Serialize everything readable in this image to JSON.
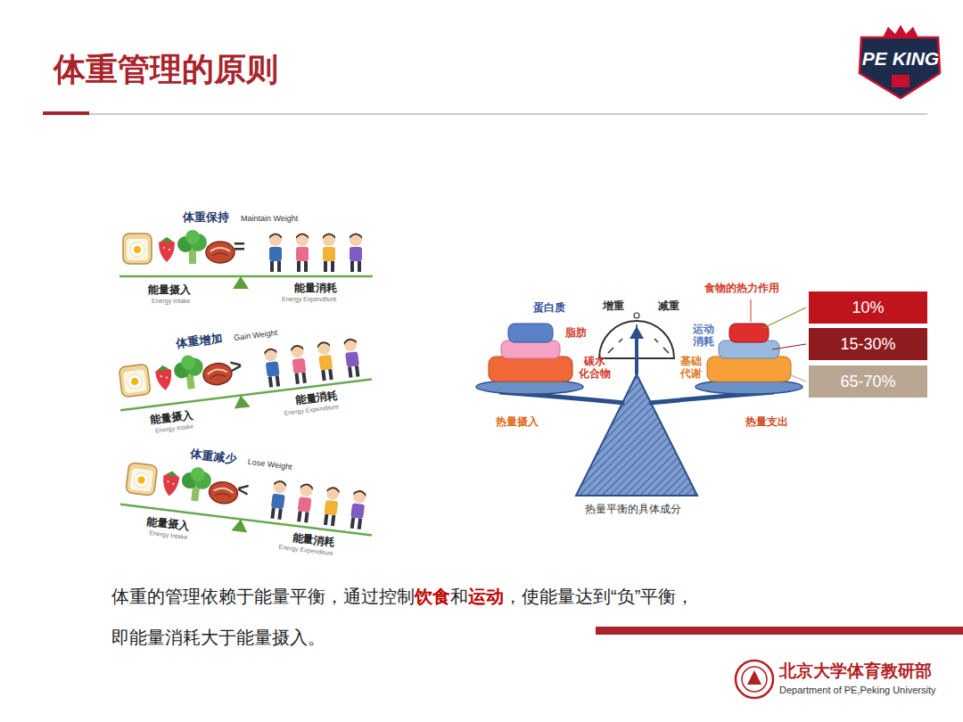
{
  "diagram": {
    "title": "体重管理的原则",
    "nodes": [
      {
        "text": [
          "10%"
        ]
      },
      {
        "text": [
          "15-30%"
        ]
      },
      {
        "text": [
          "65-70%"
        ]
      }
    ],
    "labels": [
      "PE KING",
      "体重保持",
      "Maintain Weight",
      "=",
      "能量摄入",
      "Energy Intake",
      "能量消耗",
      "Energy Expenditure",
      "体重增加",
      "Gain Weight",
      ">",
      "能量摄入",
      "Energy Intake",
      "能量消耗",
      "Energy Expenditure",
      "体重减少",
      "Lose Weight",
      "<",
      "能量摄入",
      "Energy Intake",
      "能量消耗",
      "Energy Expenditure",
      "蛋白质",
      "脂肪",
      "碳水 化合物",
      "运动 消耗",
      "基础 代谢",
      "增重",
      "减重",
      "热量摄入",
      "食物的热力作用",
      "热量支出",
      "热量平衡的具体成分",
      "体重的管理依赖于能量平衡，通过控制",
      "饮食",
      "和",
      "运动",
      "，使能量达到“负”平衡，",
      "即能量消耗大于能量摄入。",
      "北京大学体育教研部",
      "Department of PE,Peking University"
    ]
  }
}
